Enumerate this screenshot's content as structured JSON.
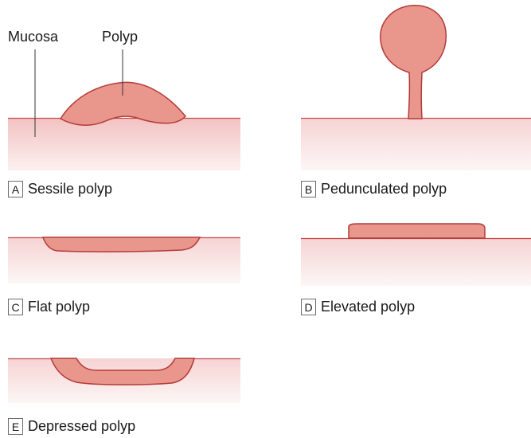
{
  "labels": {
    "mucosa": "Mucosa",
    "polyp": "Polyp"
  },
  "panels": [
    {
      "letter": "A",
      "caption": "Sessile polyp"
    },
    {
      "letter": "B",
      "caption": "Pedunculated polyp"
    },
    {
      "letter": "C",
      "caption": "Flat polyp"
    },
    {
      "letter": "D",
      "caption": "Elevated polyp"
    },
    {
      "letter": "E",
      "caption": "Depressed polyp"
    }
  ],
  "colors": {
    "mucosa_top": "#f2c2c2",
    "mucosa_bottom": "#fcf0f0",
    "mucosa_line": "#c94a4a",
    "polyp_fill": "#e9978c",
    "polyp_stroke": "#b43a3a",
    "leader": "#333333"
  }
}
